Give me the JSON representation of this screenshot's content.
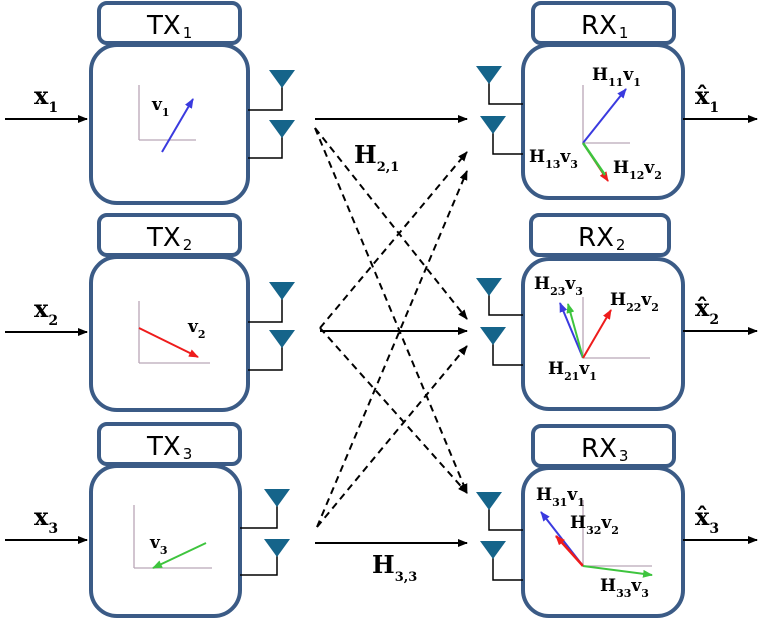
{
  "transmitters": [
    {
      "label": "TX",
      "index": "1",
      "input": "x",
      "input_sub": "1",
      "vec": "v",
      "vec_sub": "1"
    },
    {
      "label": "TX",
      "index": "2",
      "input": "x",
      "input_sub": "2",
      "vec": "v",
      "vec_sub": "2"
    },
    {
      "label": "TX",
      "index": "3",
      "input": "x",
      "input_sub": "3",
      "vec": "v",
      "vec_sub": "3"
    }
  ],
  "receivers": [
    {
      "label": "RX",
      "index": "1",
      "output": "x̂",
      "output_sub": "1",
      "vectors": [
        {
          "text": "H",
          "sub": "11",
          "v": "v",
          "vsub": "1"
        },
        {
          "text": "H",
          "sub": "13",
          "v": "v",
          "vsub": "3"
        },
        {
          "text": "H",
          "sub": "12",
          "v": "v",
          "vsub": "2"
        }
      ]
    },
    {
      "label": "RX",
      "index": "2",
      "output": "x̂",
      "output_sub": "2",
      "vectors": [
        {
          "text": "H",
          "sub": "23",
          "v": "v",
          "vsub": "3"
        },
        {
          "text": "H",
          "sub": "22",
          "v": "v",
          "vsub": "2"
        },
        {
          "text": "H",
          "sub": "21",
          "v": "v",
          "vsub": "1"
        }
      ]
    },
    {
      "label": "RX",
      "index": "3",
      "output": "x̂",
      "output_sub": "3",
      "vectors": [
        {
          "text": "H",
          "sub": "31",
          "v": "v",
          "vsub": "1"
        },
        {
          "text": "H",
          "sub": "32",
          "v": "v",
          "vsub": "2"
        },
        {
          "text": "H",
          "sub": "33",
          "v": "v",
          "vsub": "3"
        }
      ]
    }
  ],
  "channels": [
    {
      "text": "H",
      "sub": "2,1"
    },
    {
      "text": "H",
      "sub": "3,3"
    }
  ],
  "colors": {
    "box_border": "#3b5b86",
    "antenna": "#15648a",
    "blue": "#3a3adf",
    "red": "#ee1c1c",
    "green": "#3ec43e"
  }
}
